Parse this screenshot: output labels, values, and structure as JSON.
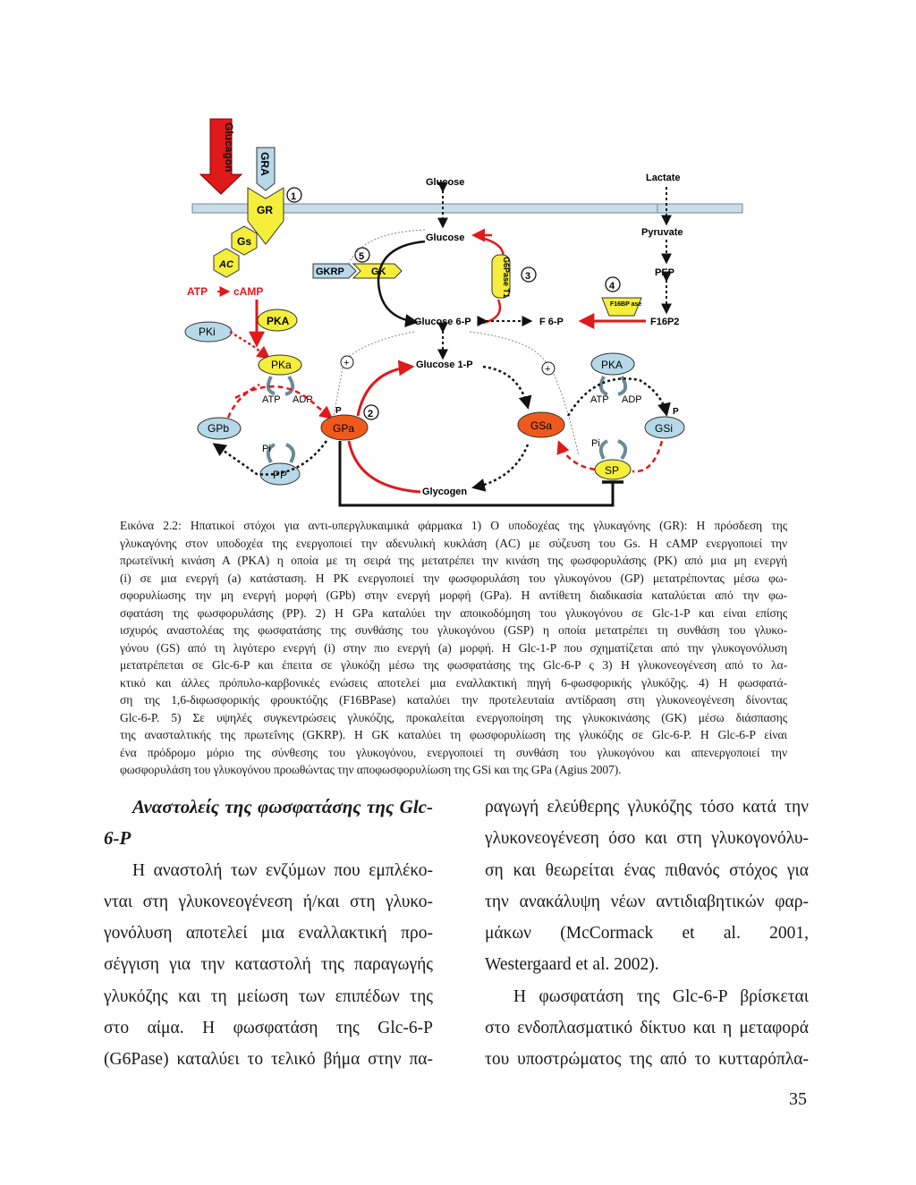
{
  "figure": {
    "labels": {
      "glucagon": "Glucagon",
      "gra": "GRA",
      "gr": "GR",
      "gs": "Gs",
      "ac": "AC",
      "atp": "ATP",
      "camp": "cAMP",
      "pki": "PKi",
      "pka": "PKA",
      "pka_active": "PKa",
      "gpb": "GPb",
      "gpa": "GPa",
      "pp": "PP",
      "pi_left": "Pi",
      "p_left": "P",
      "atp_l": "ATP",
      "adp_l": "ADP",
      "glucose_out": "Glucose",
      "glucose_in": "Glucose",
      "gkrp": "GKRP",
      "gk": "GK",
      "g6pase": "G6Pase T1",
      "glucose6p": "Glucose 6-P",
      "f6p": "F 6-P",
      "f16bpase": "F16BP ase",
      "f16p2": "F16P2",
      "pep": "PEP",
      "pyruvate": "Pyruvate",
      "lactate": "Lactate",
      "glucose1p": "Glucose 1-P",
      "glycogen": "Glycogen",
      "gsa": "GSa",
      "gsi": "GSi",
      "sp": "SP",
      "pka_right": "PKA",
      "atp_r": "ATP",
      "adp_r": "ADP",
      "pi_right": "Pi",
      "p_right": "P",
      "n1": "1",
      "n2": "2",
      "n3": "3",
      "n4": "4",
      "n5": "5",
      "plus1": "+",
      "plus2": "+"
    }
  },
  "caption": {
    "lines": [
      "Εικόνα 2.2: Ηπατικοί στόχοι για αντι-υπεργλυκαιμικά φάρμακα 1) Ο υποδοχέας της γλυκαγόνης (GR): Η πρόσδεση της",
      "γλυκαγόνης στον υποδοχέα της ενεργοποιεί την αδενυλική κυκλάση (AC) με σύζευση του Gs. Η cAMP ενεργοποιεί την",
      "πρωτεϊνική κινάση Α (PKA) η οποία με τη σειρά της μετατρέπει την κινάση της φωσφορυλάσης (PK) από μια μη ενεργή",
      "(i) σε μια ενεργή (a) κατάσταση. Η PK ενεργοποιεί την φωσφορυλάση του γλυκογόνου (GP) μετατρέποντας μέσω φω-",
      "σφορυλίωσης την μη ενεργή μορφή (GPb) στην ενεργή μορφή (GPa). Η αντίθετη διαδικασία καταλύεται από την φω-",
      "σφατάση της φωσφορυλάσης (PP). 2) Η GPa καταλύει την αποικοδόμηση του γλυκογόνου σε Glc-1-P και είναι επίσης",
      "ισχυρός αναστολέας της φωσφατάσης της συνθάσης του γλυκογόνου (GSP) η οποία μετατρέπει τη συνθάση του γλυκο-",
      "γόνου (GS) από τη λιγότερο ενεργή (i) στην πιο ενεργή (a) μορφή. Η Glc-1-P που σχηματίζεται από την γλυκογονόλυση",
      "μετατρέπεται σε Glc-6-P και έπειτα σε γλυκόζη μέσω της φωσφατάσης της Glc-6-P ς 3) Η γλυκονεογένεση από το λα-",
      "κτικό και άλλες πρόπυλο-καρβονικές ενώσεις αποτελεί μια εναλλακτική πηγή 6-φωσφορικής γλυκόζης. 4) Η φωσφατά-",
      "ση της 1,6-διφωσφορικής φρουκτόζης (F16BPase) καταλύει την προτελευταία αντίδραση στη γλυκονεογένεση δίνοντας",
      "Glc-6-P. 5) Σε υψηλές συγκεντρώσεις γλυκόζης, προκαλείται ενεργοποίηση της γλυκοκινάσης (GK) μέσω διάσπασης",
      "της ανασταλτικής της πρωτεΐνης (GKRP). Η GK καταλύει τη φωσφορυλίωση της γλυκόζης σε Glc-6-P. Η Glc-6-P είναι",
      "ένα πρόδρομο μόριο της σύνθεσης του γλυκογόνου, ενεργοποιεί τη συνθάση του γλυκογόνου και απενεργοποιεί την",
      "φωσφορυλάση του γλυκογόνου προωθώντας την αποφωσφορυλίωση της GSi και της GPa (Agius 2007)."
    ]
  },
  "left_column": {
    "heading_line1": "Αναστολείς της φωσφατάσης της Glc-",
    "heading_line2": "6-P",
    "lines": [
      "Η αναστολή των ενζύμων που εμπλέκο-",
      "νται στη γλυκονεογένεση ή/και στη γλυκο-",
      "γονόλυση αποτελεί μια εναλλακτική προ-",
      "σέγγιση για την καταστολή της παραγωγής",
      "γλυκόζης και τη μείωση των επιπέδων της",
      "στο αίμα. Η φωσφατάση της Glc-6-P",
      "(G6Pase) καταλύει το τελικό βήμα στην πα-"
    ]
  },
  "right_column": {
    "lines": [
      "ραγωγή ελεύθερης γλυκόζης τόσο κατά την",
      "γλυκονεογένεση όσο και στη γλυκογονόλυ-",
      "ση και θεωρείται ένας πιθανός στόχος για",
      "την ανακάλυψη νέων αντιδιαβητικών φαρ-",
      "μάκων (McCormack et al. 2001,",
      "Westergaard et al. 2002).",
      "Η φωσφατάση της Glc-6-P βρίσκεται",
      "στο ενδοπλασματικό δίκτυο και η μεταφορά",
      "του υποστρώματος της από το κυτταρόπλα-"
    ]
  },
  "page_number": "35",
  "colors": {
    "red": "#e0191b",
    "yellow": "#f5ef3c",
    "orange": "#ef5a1c",
    "lightblue": "#b7d8e8",
    "membrane": "#c9dde6"
  }
}
